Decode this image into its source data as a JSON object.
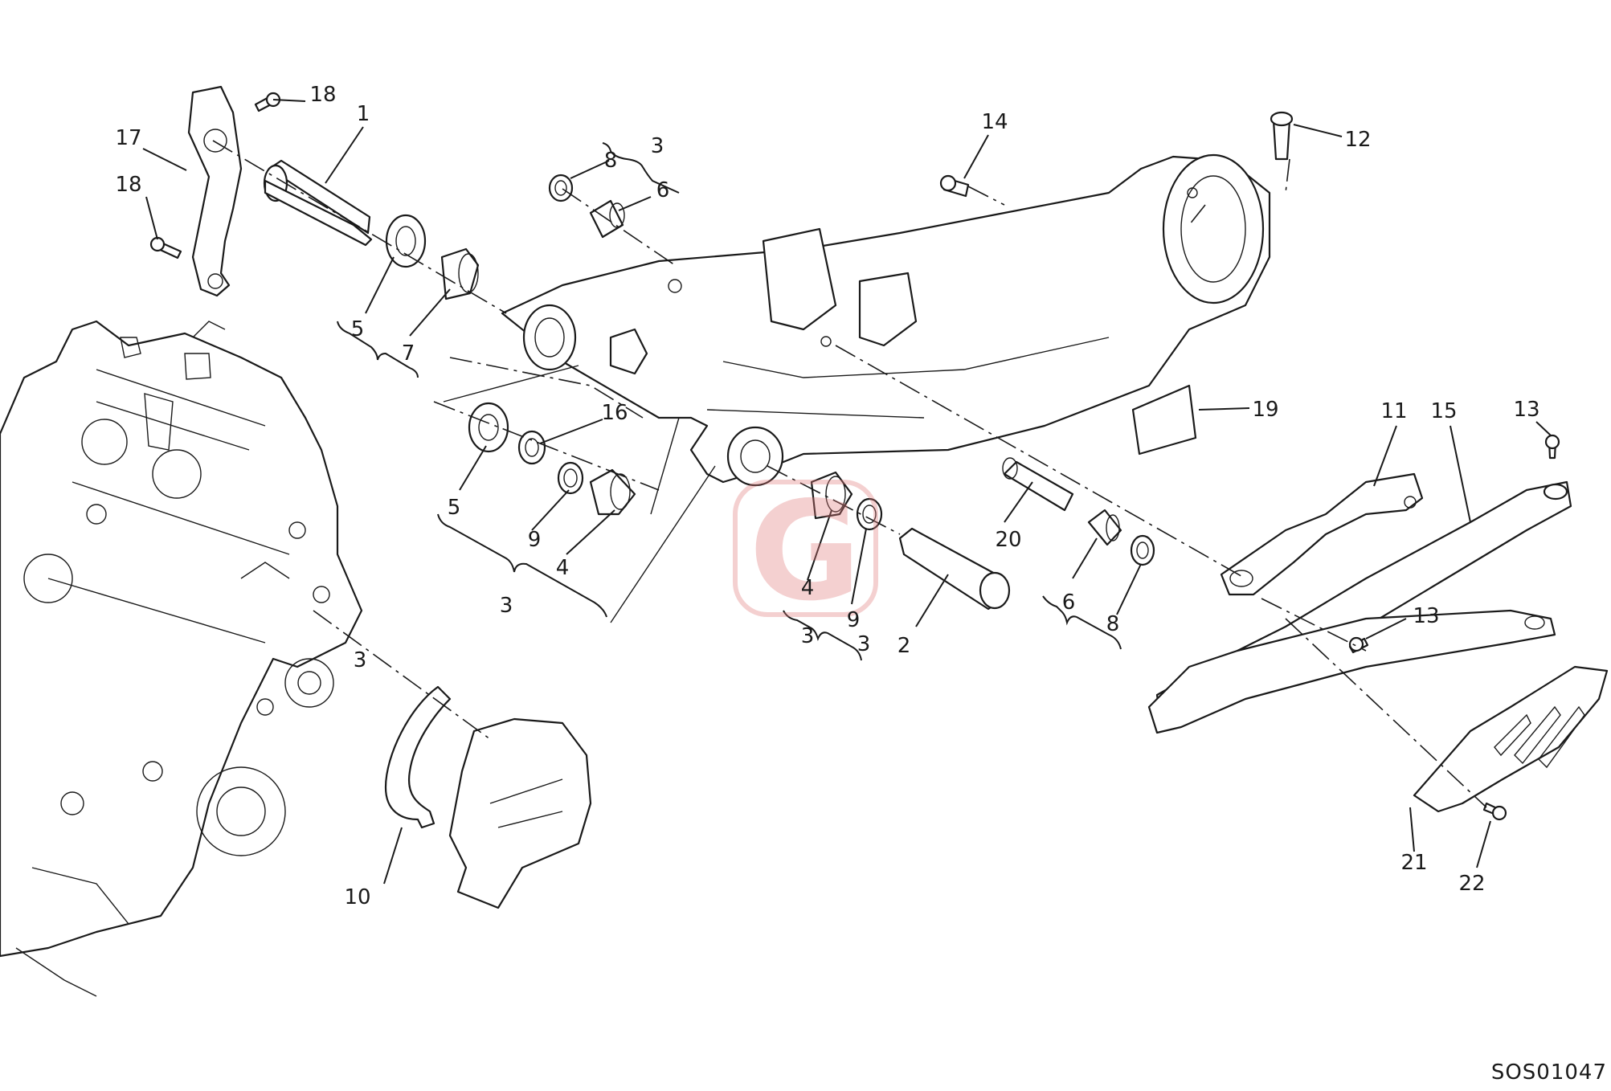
{
  "diagram": {
    "drawing_code": "SOS01047",
    "watermark_letter": "G",
    "accent_color": "#e07a7a",
    "callouts": [
      "1",
      "2",
      "3",
      "3",
      "3",
      "3",
      "3",
      "4",
      "4",
      "5",
      "5",
      "6",
      "6",
      "7",
      "8",
      "8",
      "9",
      "9",
      "10",
      "11",
      "12",
      "13",
      "13",
      "14",
      "15",
      "16",
      "17",
      "18",
      "18",
      "19",
      "20",
      "21",
      "22"
    ]
  }
}
